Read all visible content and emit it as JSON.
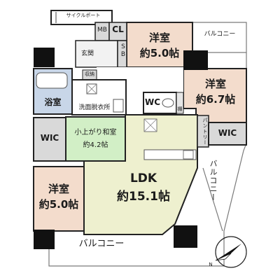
{
  "colors": {
    "western": "#f3dccc",
    "washitsu": "#d2efc6",
    "ldk": "#eef0cf",
    "storage": "#d9d9d9",
    "bath": "#c8d6e8",
    "wall": "#222222",
    "pillar": "#111111",
    "balcony_line": "#7a7a7a"
  },
  "labels": {
    "cycle_port": "サイクルポート",
    "mb": "MB",
    "cl": "CL",
    "yoshitsu_top": "洋室",
    "yoshitsu_top_size": "約5.0帖",
    "balcony_top": "バルコニー",
    "genkan": "玄関",
    "sb": "SB",
    "yoshitsu_right": "洋室",
    "yoshitsu_right_size": "約6.7帖",
    "shuno": "収納",
    "yokushitsu": "浴室",
    "wc": "WC",
    "tana": "棚",
    "senmen": "洗面脱衣所",
    "wic_left": "WIC",
    "koagari": "小上がり和室",
    "koagari_size": "約4.2帖",
    "pantry": "パントリー",
    "wic_right": "WIC",
    "balcony_right": "バルコニー",
    "ldk": "LDK",
    "ldk_size": "約15.1帖",
    "yoshitsu_left": "洋室",
    "yoshitsu_left_size": "約5.0帖",
    "balcony_bottom": "バルコニー",
    "north": "N"
  }
}
